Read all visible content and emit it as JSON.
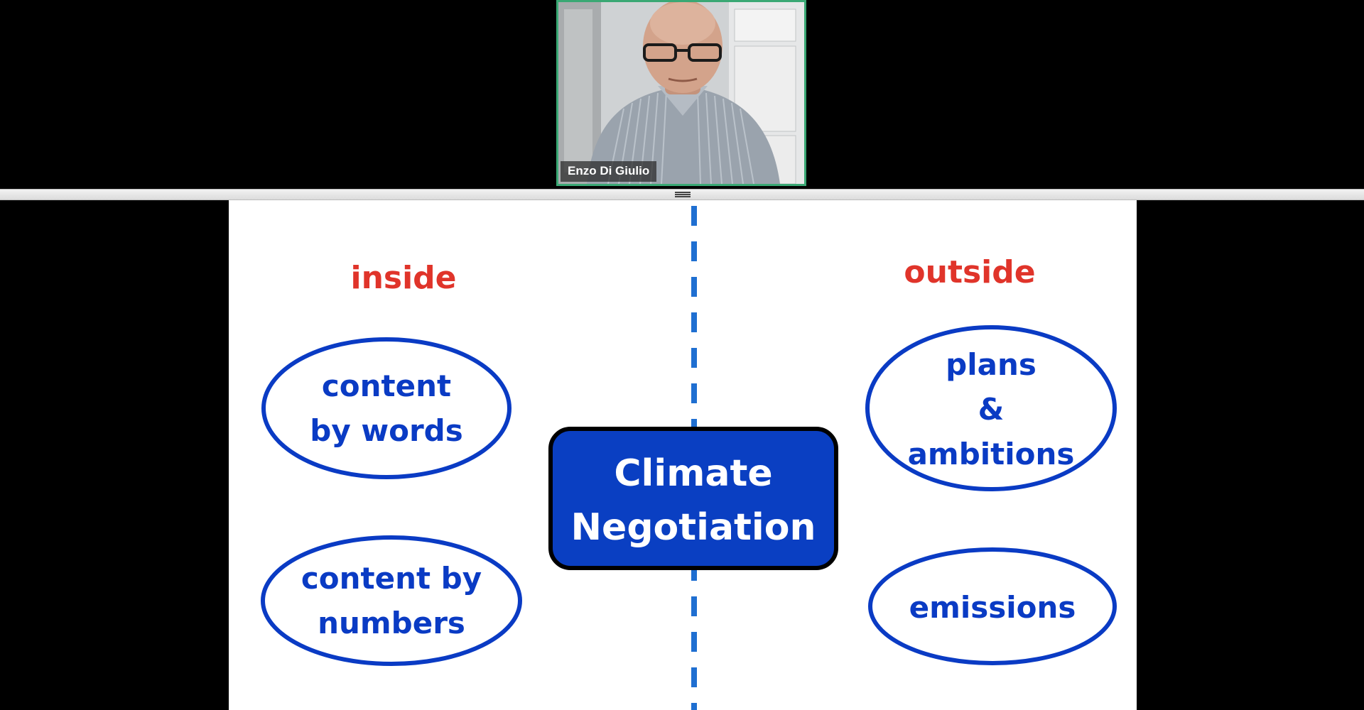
{
  "meeting": {
    "participant": {
      "name": "Enzo Di Giulio"
    }
  },
  "slide": {
    "headers": {
      "left": "inside",
      "right": "outside"
    },
    "center_box": {
      "line1": "Climate",
      "line2": "Negotiation"
    },
    "ellipses": {
      "content_by_words": {
        "line1": "content",
        "line2": "by words"
      },
      "content_by_numbers": {
        "line1": "content by",
        "line2": "numbers"
      },
      "plans_ambitions": {
        "line1": "plans",
        "line2": "&",
        "line3": "ambitions"
      },
      "emissions": {
        "line1": "emissions"
      }
    },
    "colors": {
      "header_red": "#e0342a",
      "ellipse_blue": "#0a3bc4",
      "box_fill": "#0a3fc2",
      "box_border": "#000000",
      "dashed_line": "#1f6fd1"
    }
  },
  "ui": {
    "active_speaker_border": "#3aa874"
  }
}
